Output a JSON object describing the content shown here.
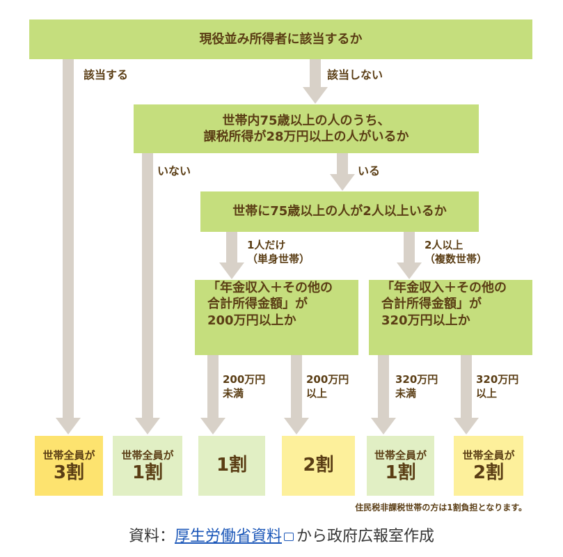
{
  "boxes": {
    "q1": "現役並み所得者に該当するか",
    "q2_line1": "世帯内75歳以上の人のうち、",
    "q2_line2": "課税所得が28万円以上の人がいるか",
    "q3": "世帯に75歳以上の人が2人以上いるか",
    "q4a_line1": "「年金収入＋その他の",
    "q4a_line2": "合計所得金額」が",
    "q4a_line3": "200万円以上か",
    "q4b_line1": "「年金収入＋その他の",
    "q4b_line2": "合計所得金額」が",
    "q4b_line3": "320万円以上か"
  },
  "labels": {
    "q1_yes": "該当する",
    "q1_no": "該当しない",
    "q2_no": "いない",
    "q2_yes": "いる",
    "q3_one": "1人だけ\n（単身世帯）",
    "q3_two": "2人以上\n（複数世帯）",
    "q4a_under": "200万円\n未満",
    "q4a_over": "200万円\n以上",
    "q4b_under": "320万円\n未満",
    "q4b_over": "320万円\n以上"
  },
  "results": [
    {
      "sub": "世帯全員が",
      "main": "3割",
      "color": "#fde36f"
    },
    {
      "sub": "世帯全員が",
      "main": "1割",
      "color": "#e1efc4"
    },
    {
      "sub": "",
      "main": "1割",
      "color": "#e1efc4"
    },
    {
      "sub": "",
      "main": "2割",
      "color": "#fdf09b"
    },
    {
      "sub": "世帯全員が",
      "main": "1割",
      "color": "#e1efc4"
    },
    {
      "sub": "世帯全員が",
      "main": "2割",
      "color": "#fdf09b"
    }
  ],
  "note": "住民税非課税世帯の方は1割負担となります。",
  "source": {
    "prefix": "資料：",
    "link": "厚生労働省資料",
    "suffix": "から政府広報室作成"
  },
  "colors": {
    "question_box": "#c5de7d",
    "arrow": "#d8d1c8",
    "text": "#5a3d14",
    "link": "#1a56b8"
  }
}
